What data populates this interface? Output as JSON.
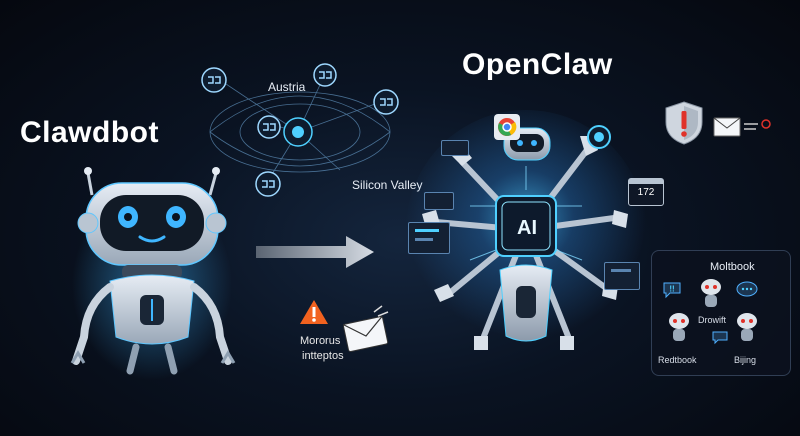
{
  "titles": {
    "left": "Clawdbot",
    "right": "OpenClaw"
  },
  "map_labels": {
    "austria": "Austria",
    "silicon_valley": "Silicon Valley"
  },
  "warning": {
    "line1": "Mororus",
    "line2": "intteptos"
  },
  "chip": {
    "label": "AI"
  },
  "calendar": {
    "value": "172"
  },
  "moltbook": {
    "title": "Moltbook",
    "labels": {
      "drowift": "Drowift",
      "redtbook": "Redtbook",
      "bijing": "Bijing"
    },
    "bubbles": {
      "exclaim": "!!",
      "dots": "...",
      "talk": "..."
    }
  },
  "icons": [
    "network-node-icon",
    "arrow-right-icon",
    "warning-icon",
    "mail-icon",
    "shield-alert-icon",
    "chrome-icon",
    "calendar-icon",
    "chat-bubble-icon"
  ],
  "colors": {
    "accent": "#3fb6ff",
    "warning": "#f2621f",
    "alert": "#e0322a",
    "chip": "#4fd0ff"
  }
}
